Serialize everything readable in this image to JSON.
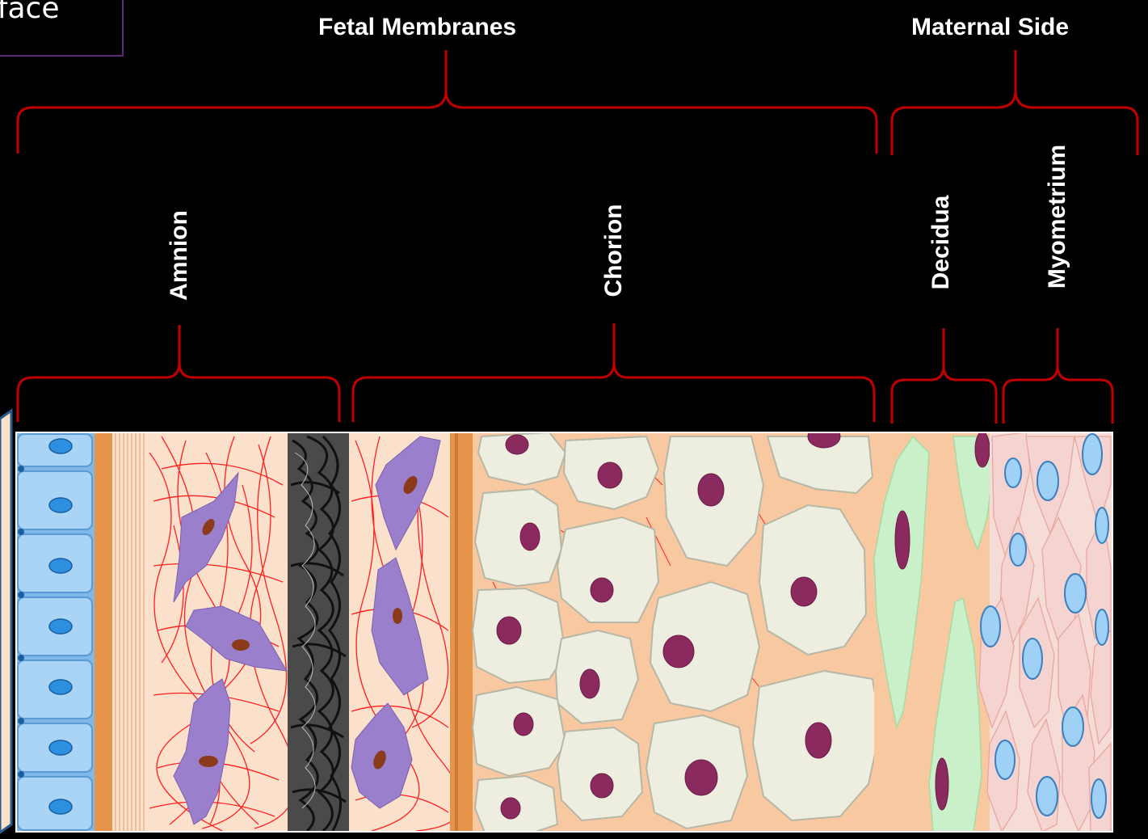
{
  "surface_label": "rface",
  "group_labels": {
    "fetal": "Fetal Membranes",
    "maternal": "Maternal Side"
  },
  "layer_labels": {
    "amnion": "Amnion",
    "chorion": "Chorion",
    "decidua": "Decidua",
    "myometrium": "Myometrium"
  },
  "colors": {
    "background": "#000000",
    "bracket": "#c00000",
    "epithelium": "#a9d4f5",
    "basement": "#e5944a",
    "stroma": "#fbe0cb",
    "collagen_fiber": "#ff2020",
    "fibroblast": "#9a7fcc",
    "spongy_layer": "#333333",
    "trophoblast": "#eeeee0",
    "trophoblast_nucleus": "#8b2a5e",
    "decidual_cell": "#c9f0c9",
    "myometrial_cell": "#f4d3d0",
    "myometrial_nucleus": "#9fd0f5"
  }
}
